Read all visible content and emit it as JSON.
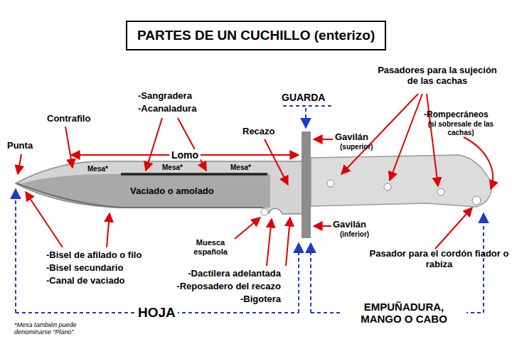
{
  "diagram": {
    "title": "PARTES DE UN CUCHILLO (enterizo)",
    "labels": [
      "Punta",
      "Contrafilo",
      "-Sangradera",
      "-Acanaladura",
      "GUARDA",
      "Pasadores para la sujeción de las cachas",
      "-Rompecráneos",
      "(si sobresale de las cachas)",
      "Recazo",
      "Gavilán",
      "(superior)",
      "Lomo",
      "Mesa*",
      "Mesa*",
      "Mesa*",
      "Vaciado o amolado",
      "Gavilán",
      "(inferior)",
      "Muesca española",
      "-Bisel de afilado o filo",
      "-Bisel secundario",
      "-Canal de vaciado",
      "Pasador para el cordón fiador o rabiza",
      "-Dactilera adelantada",
      "-Reposadero del recazo",
      "-Bigotera",
      "HOJA",
      "EMPUÑADURA, MANGO O CABO",
      "*Mesa también puede denominarse “Plano”"
    ]
  }
}
